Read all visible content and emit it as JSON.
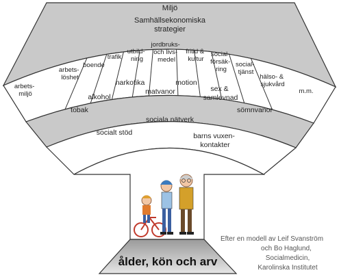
{
  "outer_layer": {
    "line1": "Miljö",
    "line2": "Samhällsekonomiska",
    "line3": "strategier"
  },
  "sector_layer": [
    {
      "key": "arbetsmiljo",
      "lines": [
        "arbets-",
        "miljö"
      ]
    },
    {
      "key": "arbetsloshet",
      "lines": [
        "arbets-",
        "löshet"
      ]
    },
    {
      "key": "boende",
      "lines": [
        "boende"
      ]
    },
    {
      "key": "trafik",
      "lines": [
        "trafik"
      ]
    },
    {
      "key": "utbildning",
      "lines": [
        "utbild-",
        "ning"
      ]
    },
    {
      "key": "jordbruk",
      "lines": [
        "jordbruks-",
        "och livs-",
        "medel"
      ]
    },
    {
      "key": "fritid",
      "lines": [
        "fritid &",
        "kultur"
      ]
    },
    {
      "key": "socialforsakring",
      "lines": [
        "social-",
        "försäk-",
        "ring"
      ]
    },
    {
      "key": "socialtjanst",
      "lines": [
        "social-",
        "tjänst"
      ]
    },
    {
      "key": "halso",
      "lines": [
        "hälso- &",
        "sjukvård"
      ]
    },
    {
      "key": "mm",
      "lines": [
        "m.m."
      ]
    }
  ],
  "lifestyle_layer": {
    "alkohol": "alkohol",
    "narkotika": "narkotika",
    "motion": "motion",
    "sex_line1": "sex &",
    "sex_line2": "samlevnad",
    "tobak": "tobak",
    "matvanor": "matvanor",
    "somnvanor": "sömnvanor"
  },
  "social_layer": {
    "sociala_natverk": "sociala nätverk",
    "socialt_stod": "socialt stöd",
    "barns_line1": "barns vuxen-",
    "barns_line2": "kontakter"
  },
  "base": {
    "label": "ålder, kön och arv"
  },
  "credit": {
    "line1": "Efter en modell av Leif Svanström",
    "line2": "och Bo Haglund,",
    "line3": "Socialmedicin,",
    "line4": "Karolinska Institutet"
  },
  "colors": {
    "band_fill": "#c9c9c9",
    "white": "#ffffff",
    "stroke": "#333333",
    "base_top": "#9a9a9a",
    "base_bottom": "#e2e2e2"
  }
}
